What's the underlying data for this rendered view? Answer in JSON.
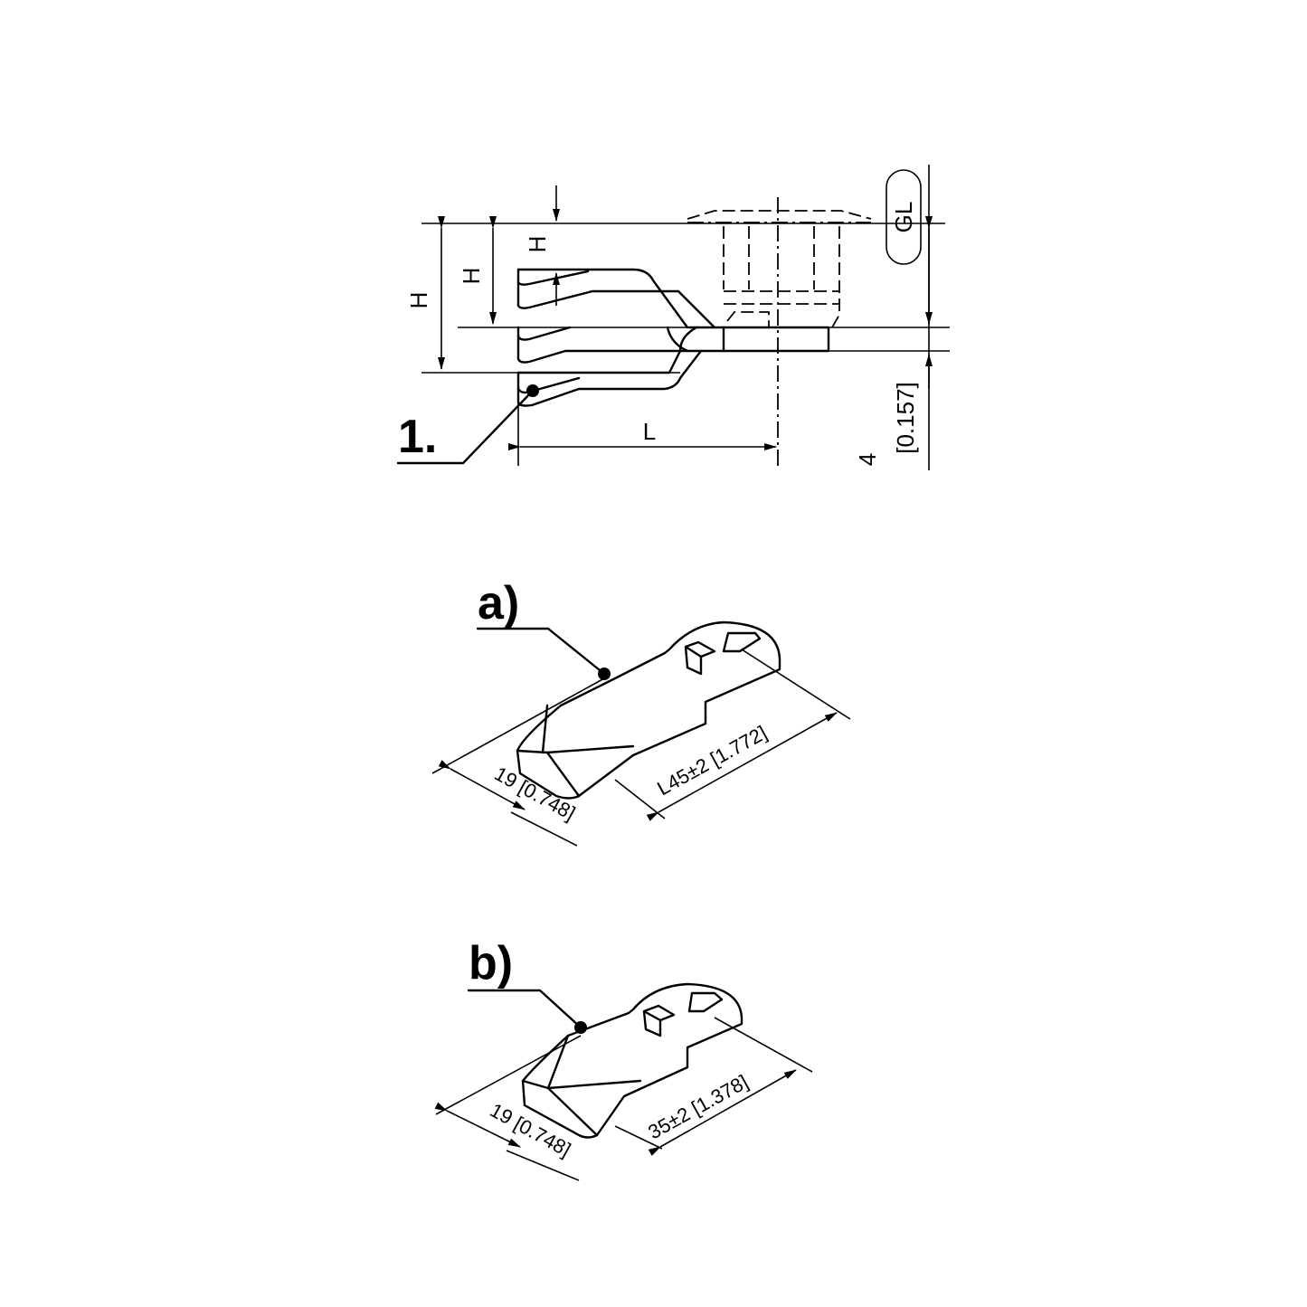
{
  "side_view": {
    "height_labels": [
      "H",
      "H",
      "H"
    ],
    "length_label": "L",
    "gl_label": "GL",
    "thickness_dim": "4",
    "thickness_dim_inch": "[0.157]",
    "callout": "1."
  },
  "variant_a": {
    "label": "a)",
    "width_dim": "19 [0.748]",
    "length_dim": "L45±2 [1.772]"
  },
  "variant_b": {
    "label": "b)",
    "width_dim": "19 [0.748]",
    "length_dim": "35±2 [1.378]"
  },
  "colors": {
    "line": "#000000",
    "background": "#ffffff"
  }
}
